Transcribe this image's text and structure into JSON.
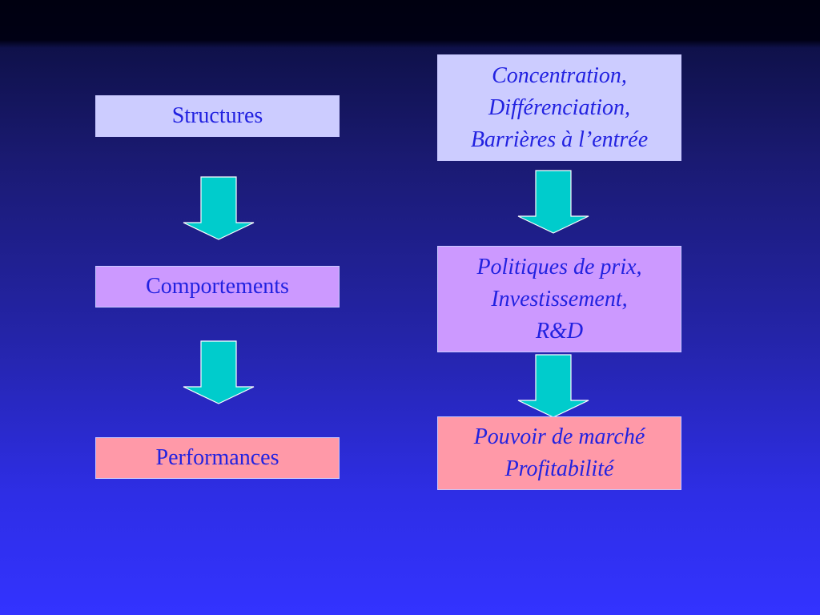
{
  "colors": {
    "structure_fill": "#ccccff",
    "behavior_fill": "#cc99ff",
    "performance_fill": "#ff99a8",
    "text": "#2222e0",
    "arrow_fill": "#00cccc",
    "arrow_stroke": "#ffffff",
    "background_top": "#000010",
    "background_bottom": "#3333ff"
  },
  "left_column": {
    "structures": "Structures",
    "comportements": "Comportements",
    "performances": "Performances"
  },
  "right_column": {
    "structure_details": [
      "Concentration,",
      "Différenciation,",
      "Barrières à l’entrée"
    ],
    "behavior_details": [
      "Politiques de prix,",
      "Investissement,",
      "R&D"
    ],
    "performance_details": [
      "Pouvoir de marché",
      "Profitabilité"
    ]
  },
  "icons": {
    "flow_arrow": "down-arrow-icon"
  }
}
